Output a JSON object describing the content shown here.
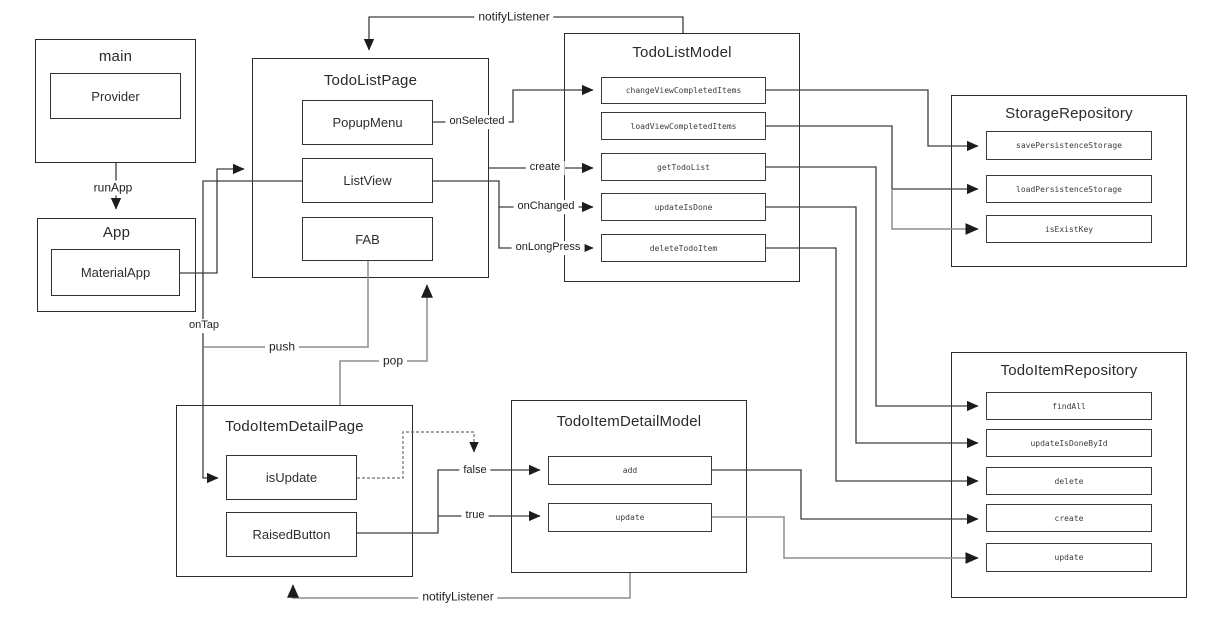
{
  "nodes": {
    "main": {
      "title": "main"
    },
    "provider": {
      "label": "Provider"
    },
    "app": {
      "title": "App"
    },
    "material_app": {
      "label": "MaterialApp"
    },
    "todo_list_page": {
      "title": "TodoListPage"
    },
    "popup_menu": {
      "label": "PopupMenu"
    },
    "list_view": {
      "label": "ListView"
    },
    "fab": {
      "label": "FAB"
    },
    "todo_list_model": {
      "title": "TodoListModel",
      "methods": [
        "changeViewCompletedItems",
        "loadViewCompletedItems",
        "getTodoList",
        "updateIsDone",
        "deleteTodoItem"
      ]
    },
    "storage_repository": {
      "title": "StorageRepository",
      "methods": [
        "savePersistenceStorage",
        "loadPersistenceStorage",
        "isExistKey"
      ]
    },
    "todo_item_repository": {
      "title": "TodoItemRepository",
      "methods": [
        "findAll",
        "updateIsDoneById",
        "delete",
        "create",
        "update"
      ]
    },
    "todo_item_detail_page": {
      "title": "TodoItemDetailPage",
      "is_update": "isUpdate",
      "raised_button": "RaisedButton"
    },
    "todo_item_detail_model": {
      "title": "TodoItemDetailModel",
      "methods": [
        "add",
        "update"
      ]
    }
  },
  "edge_labels": {
    "notify_listener_top": "notifyListener",
    "run_app": "runApp",
    "on_selected": "onSelected",
    "create": "create",
    "on_changed": "onChanged",
    "on_long_press": "onLongPress",
    "on_tap": "onTap",
    "push": "push",
    "pop": "pop",
    "false_branch": "false",
    "true_branch": "true",
    "notify_listener_bottom": "notifyListener"
  },
  "colors": {
    "line_dark": "#3d3d3d",
    "line_gray": "#8e8e8e",
    "border": "#2b2b2b",
    "background": "#ffffff"
  }
}
